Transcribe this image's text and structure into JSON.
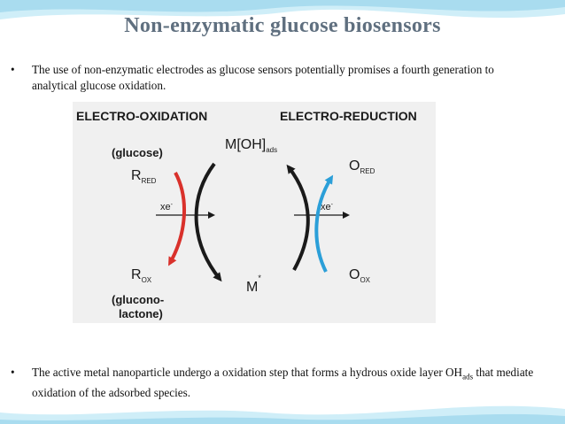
{
  "slide": {
    "title": "Non-enzymatic glucose biosensors",
    "bullet_symbol": "•",
    "bullet1": "The use of non-enzymatic electrodes as glucose sensors potentially promises  a fourth generation to analytical  glucose oxidation.",
    "bullet2_before": "The active metal nanoparticle undergo a oxidation step that forms a hydrous oxide layer OH",
    "bullet2_sub": "ads",
    "bullet2_after": " that mediate oxidation of the adsorbed species."
  },
  "diagram": {
    "label_left_heading": "ELECTRO-OXIDATION",
    "label_right_heading": "ELECTRO-REDUCTION",
    "label_glucose": "(glucose)",
    "label_r": "R",
    "label_red": "RED",
    "label_ox": "OX",
    "label_o": "O",
    "label_m_oh": "M[OH]",
    "label_ads": "ads",
    "label_m": "M",
    "label_star": "*",
    "label_xe": "xe",
    "label_minus": "-",
    "label_gluconolactone_1": "(glucono-",
    "label_gluconolactone_2": "lactone)",
    "colors": {
      "red_arrow": "#d9312b",
      "blue_arrow": "#2b9fd8",
      "black": "#1a1a1a",
      "diagram_bg": "#f0f0f0"
    }
  },
  "theme": {
    "title_color": "#5f6f7f",
    "wave_color": "#a9dcef"
  }
}
